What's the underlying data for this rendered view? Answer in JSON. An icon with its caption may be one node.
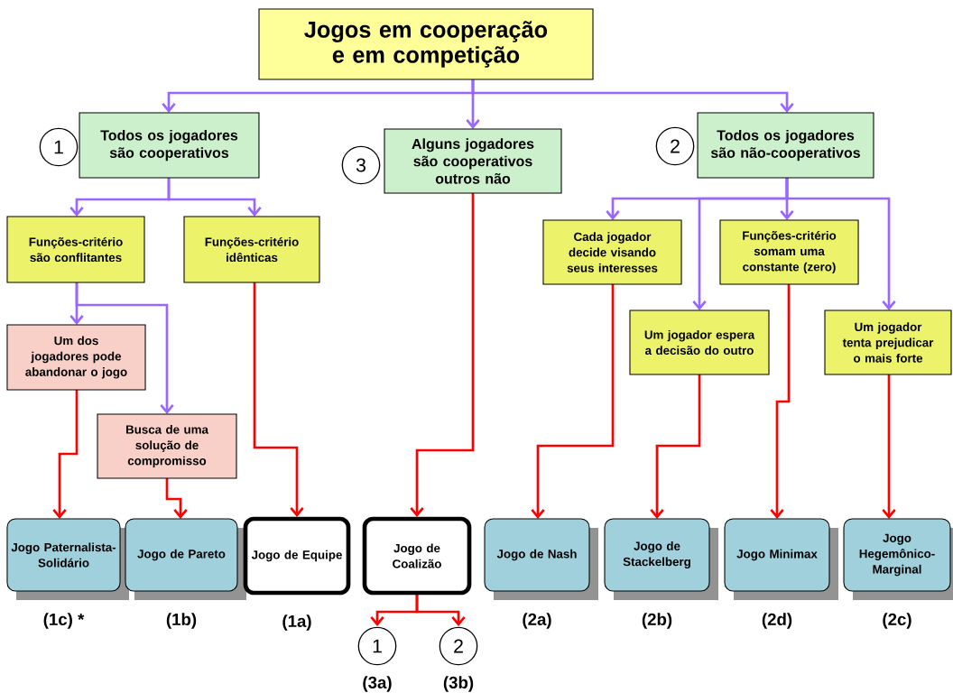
{
  "diagram": {
    "nodes": [
      {
        "text": [
          "Jogos em cooperação e em competição"
        ]
      },
      {
        "text": [
          "Todos os jogadores são cooperativos"
        ]
      },
      {
        "text": [
          "1"
        ]
      },
      {
        "text": [
          "Alguns jogadores são cooperativos outros não"
        ]
      },
      {
        "text": [
          "3"
        ]
      },
      {
        "text": [
          "Todos os jogadores são não-cooperativos"
        ]
      },
      {
        "text": [
          "2"
        ]
      },
      {
        "text": [
          "Funções-critério são conflitantes"
        ]
      },
      {
        "text": [
          "Funções-critério idênticas"
        ]
      },
      {
        "text": [
          "Cada jogador decide visando seus interesses"
        ]
      },
      {
        "text": [
          "Funções-critério somam uma constante (zero)"
        ]
      },
      {
        "text": [
          "Um jogador espera a decisão do outro"
        ]
      },
      {
        "text": [
          "Um jogador tenta prejudicar o mais forte"
        ]
      },
      {
        "text": [
          "Um dos jogadores pode abandonar o jogo"
        ]
      },
      {
        "text": [
          "Busca de uma solução de compromisso"
        ]
      },
      {
        "text": [
          "Jogo Paternalista-Solidário"
        ],
        "beside": [
          "(1c) *"
        ]
      },
      {
        "text": [
          "Jogo de Pareto"
        ],
        "beside": [
          "(1b)"
        ]
      },
      {
        "text": [
          "Jogo de Equipe"
        ],
        "beside": [
          "(1a)"
        ]
      },
      {
        "text": [
          "Jogo de Coalizão"
        ]
      },
      {
        "text": [
          "Jogo de Nash"
        ],
        "beside": [
          "(2a)"
        ]
      },
      {
        "text": [
          "Jogo de Stackelberg"
        ],
        "beside": [
          "(2b)"
        ]
      },
      {
        "text": [
          "Jogo Minimax"
        ],
        "beside": [
          "(2d)"
        ]
      },
      {
        "text": [
          "Jogo Hegemônico-Marginal"
        ],
        "beside": [
          "(2c)"
        ]
      },
      {
        "text": [
          "1"
        ],
        "beside": [
          "(3a)"
        ]
      },
      {
        "text": [
          "2"
        ],
        "beside": [
          "(3b)"
        ]
      }
    ],
    "edges": [
      {
        "from": 0,
        "to": 1,
        "arrow": "to"
      },
      {
        "from": 0,
        "to": 3,
        "arrow": "to"
      },
      {
        "from": 0,
        "to": 5,
        "arrow": "to"
      },
      {
        "from": 1,
        "to": 7,
        "arrow": "to"
      },
      {
        "from": 1,
        "to": 8,
        "arrow": "to"
      },
      {
        "from": 7,
        "to": 13,
        "arrow": "to"
      },
      {
        "from": 7,
        "to": 14,
        "arrow": "to"
      },
      {
        "from": 5,
        "to": 9,
        "arrow": "to"
      },
      {
        "from": 5,
        "to": 11,
        "arrow": "to"
      },
      {
        "from": 5,
        "to": 10,
        "arrow": "to"
      },
      {
        "from": 5,
        "to": 12,
        "arrow": "to"
      },
      {
        "from": 13,
        "to": 15,
        "arrow": "to",
        "color": "#ff0000"
      },
      {
        "from": 14,
        "to": 16,
        "arrow": "to",
        "color": "#ff0000"
      },
      {
        "from": 8,
        "to": 17,
        "arrow": "to",
        "color": "#ff0000"
      },
      {
        "from": 3,
        "to": 18,
        "arrow": "to",
        "color": "#ff0000"
      },
      {
        "from": 9,
        "to": 19,
        "arrow": "to",
        "color": "#ff0000"
      },
      {
        "from": 11,
        "to": 20,
        "arrow": "to",
        "color": "#ff0000"
      },
      {
        "from": 10,
        "to": 21,
        "arrow": "to",
        "color": "#ff0000"
      },
      {
        "from": 12,
        "to": 22,
        "arrow": "to",
        "color": "#ff0000"
      },
      {
        "from": 18,
        "to": 23,
        "arrow": "to",
        "color": "#ff0000"
      },
      {
        "from": 18,
        "to": 24,
        "arrow": "to",
        "color": "#ff0000"
      }
    ]
  }
}
